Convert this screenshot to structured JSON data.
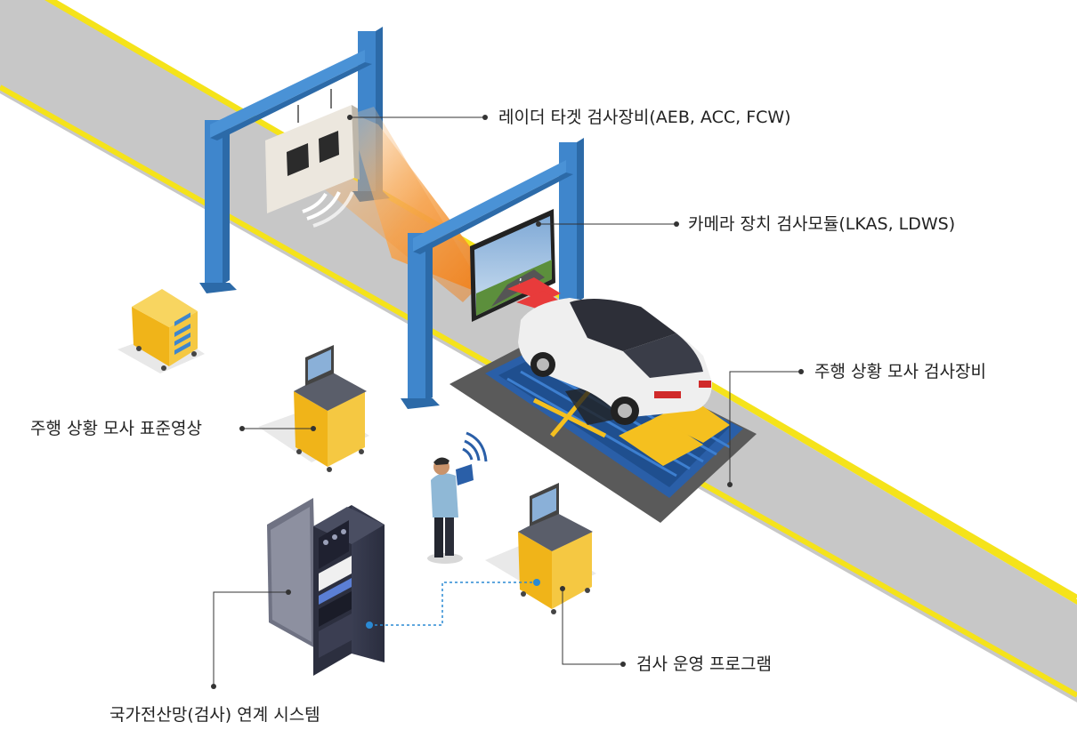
{
  "labels": {
    "radar": "레이더 타겟 검사장비(AEB, ACC, FCW)",
    "camera": "카메라 장치 검사모듈(LKAS, LDWS)",
    "driving_equipment": "주행 상황 모사 검사장비",
    "driving_video": "주행 상황 모사 표준영상",
    "program": "검사 운영 프로그램",
    "network": "국가전산망(검사) 연계 시스템"
  },
  "colors": {
    "road": "#c4c4c4",
    "road_edge": "#f5e31a",
    "frame": "#3f86cc",
    "cabinet": "#f5c01f",
    "platform": "#2a5fa8",
    "radar_beam": "#f39a3a",
    "leader_line": "#333333",
    "link_dotted": "#2a8ad4"
  },
  "icons": [
    "radar-target-icon",
    "camera-screen-icon",
    "car-icon",
    "tool-cabinet-icon",
    "server-rack-icon",
    "inspector-with-tablet-icon",
    "wireless-signal-icon"
  ]
}
